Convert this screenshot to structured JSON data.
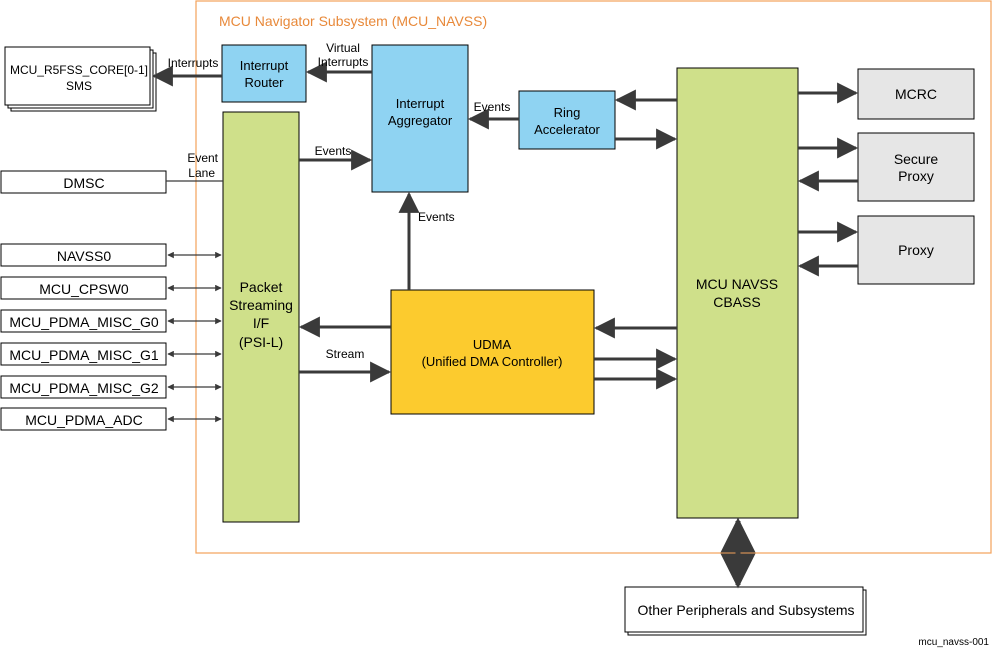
{
  "subsystem": {
    "title": "MCU Navigator Subsystem (MCU_NAVSS)"
  },
  "colors": {
    "frame": "#f4a259",
    "title": "#e8893a",
    "blue_block": "#8fd3f2",
    "green_block": "#cfe08a",
    "yellow_block": "#fccb2e",
    "grey_block": "#e6e6e6",
    "arrow": "#3a3a3a"
  },
  "blocks": {
    "mcu_r5fss": {
      "line1": "MCU_R5FSS_CORE[0-1]",
      "line2": "SMS"
    },
    "interrupt_router": {
      "line1": "Interrupt",
      "line2": "Router"
    },
    "interrupt_aggregator": {
      "line1": "Interrupt",
      "line2": "Aggregator"
    },
    "ring_accelerator": {
      "line1": "Ring",
      "line2": "Accelerator"
    },
    "psil": {
      "line1": "Packet",
      "line2": "Streaming",
      "line3": "I/F",
      "line4": "(PSI-L)"
    },
    "udma": {
      "line1": "UDMA",
      "line2": "(Unified DMA Controller)"
    },
    "cbass": {
      "line1": "MCU NAVSS",
      "line2": "CBASS"
    },
    "mcrc": {
      "label": "MCRC"
    },
    "secure_proxy": {
      "line1": "Secure",
      "line2": "Proxy"
    },
    "proxy": {
      "label": "Proxy"
    },
    "other": {
      "label": "Other Peripherals and Subsystems"
    }
  },
  "external_modules": [
    "DMSC",
    "NAVSS0",
    "MCU_CPSW0",
    "MCU_PDMA_MISC_G0",
    "MCU_PDMA_MISC_G1",
    "MCU_PDMA_MISC_G2",
    "MCU_PDMA_ADC"
  ],
  "labels": {
    "interrupts": "Interrupts",
    "virtual_interrupts_1": "Virtual",
    "virtual_interrupts_2": "Interrupts",
    "events_ring": "Events",
    "events_psil": "Events",
    "events_udma": "Events",
    "event_lane_1": "Event",
    "event_lane_2": "Lane",
    "stream": "Stream"
  },
  "figure_id": "mcu_navss-001"
}
